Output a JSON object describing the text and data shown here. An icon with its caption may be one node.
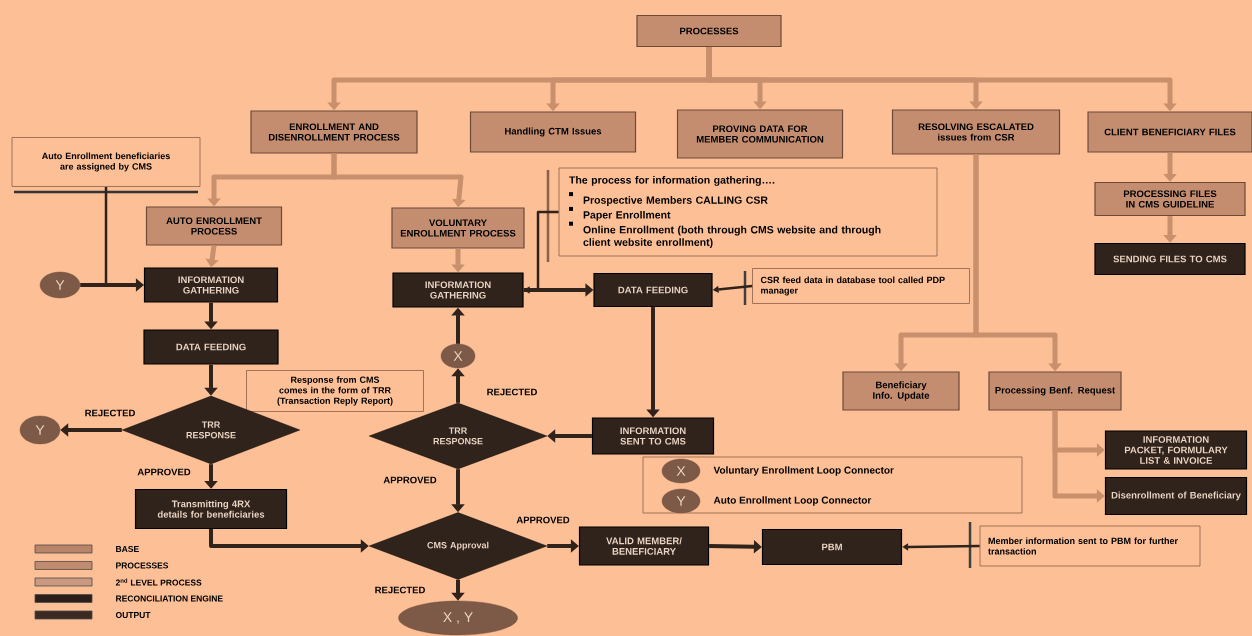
{
  "diagram": {
    "nodes": [
      {
        "text": [
          "PROCESSES"
        ]
      },
      {
        "text": [
          "ENROLLMENT AND DISENROLLMENT PROCESS"
        ]
      },
      {
        "text": [
          "Handling CTM Issues"
        ]
      },
      {
        "text": [
          "PROVING DATA FOR MEMBER COMMUNICATION"
        ]
      },
      {
        "text": [
          "RESOLVING ESCALATED issues from CSR"
        ]
      },
      {
        "text": [
          "CLIENT BENEFICIARY FILES"
        ]
      },
      {
        "text": [
          "Auto Enrollment beneficiaries are assigned by CMS"
        ]
      },
      {
        "text": [
          "AUTO ENROLLMENT PROCESS"
        ]
      },
      {
        "text": [
          "VOLUNTARY ENROLLMENT PROCESS"
        ]
      },
      {
        "text": [
          "The process for information gathering….",
          "Prospective Members CALLING CSR",
          "Paper Enrollment",
          "Online Enrollment (both through CMS website and through client website enrollment)"
        ]
      },
      {
        "text": [
          "Y"
        ]
      },
      {
        "text": [
          "INFORMATION GATHERING"
        ]
      },
      {
        "text": [
          "INFORMATION GATHERING"
        ]
      },
      {
        "text": [
          "DATA FEEDING"
        ]
      },
      {
        "text": [
          "CSR feed data in database tool called PDP manager"
        ]
      },
      {
        "text": [
          "PROCESSING FILES IN CMS GUIDELINE"
        ]
      },
      {
        "text": [
          "SENDING FILES TO CMS"
        ]
      },
      {
        "text": [
          "DATA FEEDING"
        ]
      },
      {
        "text": [
          "X"
        ]
      },
      {
        "text": [
          "Beneficiary Info. Update"
        ]
      },
      {
        "text": [
          "Processing Benf. Request"
        ]
      },
      {
        "text": [
          "Response from CMS comes in the form of TRR (Transaction Reply Report)"
        ]
      },
      {
        "text": [
          "Y"
        ]
      },
      {
        "text": [
          "TRR RESPONSE"
        ]
      },
      {
        "text": [
          "TRR RESPONSE"
        ]
      },
      {
        "text": [
          "INFORMATION SENT TO CMS"
        ]
      },
      {
        "text": [
          "INFORMATION PACKET, FORMULARY LIST & INVOICE"
        ]
      },
      {
        "text": [
          "Transmitting 4RX details for beneficiaries"
        ]
      },
      {
        "text": [
          "Disenrollment of Beneficiary"
        ]
      },
      {
        "text": [
          "CMS Approval"
        ]
      },
      {
        "text": [
          "VALID MEMBER/ BENEFICIARY"
        ]
      },
      {
        "text": [
          "PBM"
        ]
      },
      {
        "text": [
          "Member information sent to PBM for further transaction"
        ]
      },
      {
        "text": [
          "X , Y"
        ]
      },
      {
        "text": [
          "X"
        ]
      },
      {
        "text": [
          "Y"
        ]
      }
    ],
    "edges": [
      {
        "from": 0,
        "to": 1,
        "arrow": "to",
        "color": "#c8906c"
      },
      {
        "from": 0,
        "to": 2,
        "arrow": "to",
        "color": "#c8906c"
      },
      {
        "from": 0,
        "to": 3,
        "arrow": "to",
        "color": "#c8906c"
      },
      {
        "from": 0,
        "to": 4,
        "arrow": "to",
        "color": "#c8906c"
      },
      {
        "from": 0,
        "to": 5,
        "arrow": "to",
        "color": "#c8906c"
      },
      {
        "from": 1,
        "to": 7,
        "arrow": "to",
        "color": "#c8906c"
      },
      {
        "from": 1,
        "to": 8,
        "arrow": "to",
        "color": "#c8906c"
      },
      {
        "from": 7,
        "to": 11,
        "arrow": "to",
        "color": "#c8906c"
      },
      {
        "from": 8,
        "to": 12,
        "arrow": "to",
        "color": "#c8906c"
      },
      {
        "from": 5,
        "to": 15,
        "arrow": "to",
        "color": "#c8906c"
      },
      {
        "from": 15,
        "to": 16,
        "arrow": "to",
        "color": "#c8906c"
      },
      {
        "from": 4,
        "to": 19,
        "arrow": "to",
        "color": "#c8906c"
      },
      {
        "from": 4,
        "to": 20,
        "arrow": "to",
        "color": "#c8906c"
      },
      {
        "from": 20,
        "to": 26,
        "arrow": "to",
        "color": "#c8906c"
      },
      {
        "from": 20,
        "to": 28,
        "arrow": "to",
        "color": "#c8906c"
      },
      {
        "from": 6,
        "to": 11,
        "arrow": "to"
      },
      {
        "from": 10,
        "to": 11,
        "arrow": "to"
      },
      {
        "from": 9,
        "to": 12,
        "arrow": "to"
      },
      {
        "from": 12,
        "to": 13,
        "arrow": "to"
      },
      {
        "from": 14,
        "to": 13,
        "arrow": "to"
      },
      {
        "from": 11,
        "to": 17,
        "arrow": "to"
      },
      {
        "from": 17,
        "to": 23,
        "arrow": "to"
      },
      {
        "from": 13,
        "to": 25,
        "arrow": "to"
      },
      {
        "from": 25,
        "to": 24,
        "arrow": "to"
      },
      {
        "from": 24,
        "to": 18,
        "arrow": "to",
        "label": "REJECTED"
      },
      {
        "from": 18,
        "to": 12,
        "arrow": "to"
      },
      {
        "from": 23,
        "to": 22,
        "arrow": "to",
        "label": "REJECTED"
      },
      {
        "from": 23,
        "to": 27,
        "arrow": "to",
        "label": "APPROVED"
      },
      {
        "from": 24,
        "to": 29,
        "arrow": "to",
        "label": "APPROVED"
      },
      {
        "from": 27,
        "to": 29,
        "arrow": "to"
      },
      {
        "from": 29,
        "to": 30,
        "arrow": "to",
        "label": "APPROVED"
      },
      {
        "from": 30,
        "to": 31,
        "arrow": "to"
      },
      {
        "from": 32,
        "to": 31,
        "arrow": "to"
      },
      {
        "from": 29,
        "to": 33,
        "arrow": "to",
        "label": "REJECTED"
      }
    ],
    "legend": [
      {
        "text": "Voluntary Enrollment Loop Connector"
      },
      {
        "text": "Auto Enrollment Loop Connector"
      },
      {
        "text": "BASE",
        "color": "#b98467"
      },
      {
        "text": "PROCESSES",
        "color": "#c08b6e"
      },
      {
        "text": "2$^{nd}$ LEVEL PROCESS",
        "color": "#c99a80"
      },
      {
        "text": "RECONCILIATION ENGINE",
        "color": "#2c1f19"
      },
      {
        "text": "OUTPUT",
        "color": "#3b2a22"
      }
    ]
  }
}
